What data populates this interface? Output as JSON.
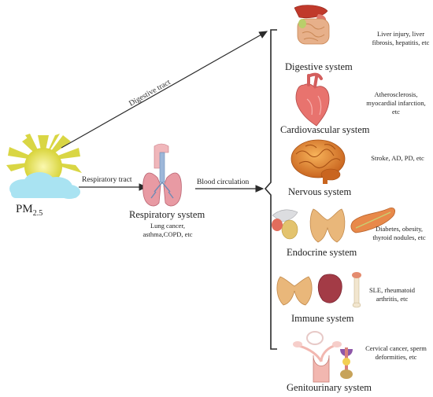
{
  "source": {
    "label": "PM",
    "subscript": "2.5"
  },
  "routes": {
    "digestive": "Digestive tract",
    "respiratory": "Respiratory tract",
    "blood": "Blood circulation"
  },
  "respiratory_system": {
    "title": "Respiratory system",
    "effects": [
      "Lung cancer,",
      "asthma,COPD, etc"
    ]
  },
  "systems": [
    {
      "title": "Digestive system",
      "icon": "liver-stomach-intestine-icon",
      "effects": [
        "Liver injury, liver",
        "fibrosis, hepatitis, etc"
      ]
    },
    {
      "title": "Cardiovascular system",
      "icon": "heart-icon",
      "effects": [
        "Atherosclerosis,",
        "myocardial infarction,",
        "etc"
      ]
    },
    {
      "title": "Nervous system",
      "icon": "brain-icon",
      "effects": [
        "Stroke, AD, PD, etc"
      ]
    },
    {
      "title": "Endocrine system",
      "icon": "thyroid-adrenal-pancreas-icon",
      "effects": [
        "Diabetes, obesity,",
        "thyroid nodules, etc"
      ]
    },
    {
      "title": "Immune system",
      "icon": "thymus-spleen-bone-icon",
      "effects": [
        "SLE, rheumatoid",
        "arthritis, etc"
      ]
    },
    {
      "title": "Genitourinary system",
      "icon": "uterus-male-reproductive-icon",
      "effects": [
        "Cervical cancer, sperm",
        "deformities, etc"
      ]
    }
  ],
  "colors": {
    "sun": "#d8d43a",
    "cloud": "#a9e3f2",
    "arrow": "#2b2b2b",
    "liver": "#c0392b",
    "intestine": "#e7b08a",
    "heart": "#e8736e",
    "brain": "#e48b3a",
    "thyroid": "#e9b77a",
    "spleen": "#a33b46",
    "uterus": "#f2b7b0",
    "lung": "#e89aa3"
  }
}
